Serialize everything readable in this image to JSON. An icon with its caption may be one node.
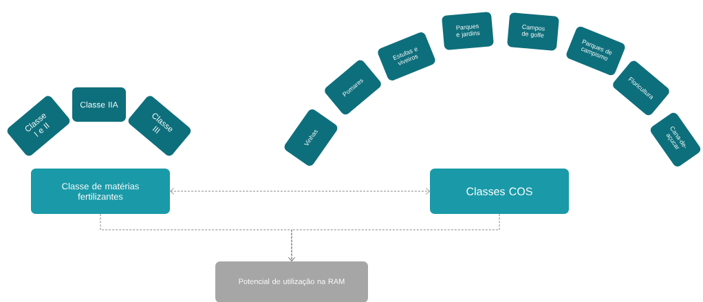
{
  "diagram": {
    "nodes": [
      {
        "text": [
          "Classe I e II"
        ]
      },
      {
        "text": [
          "Classe IIA"
        ]
      },
      {
        "text": [
          "Classe III"
        ]
      },
      {
        "text": [
          "Vinhas"
        ]
      },
      {
        "text": [
          "Pomares"
        ]
      },
      {
        "text": [
          "Estufas e viveiros"
        ]
      },
      {
        "text": [
          "Parques e jardins"
        ]
      },
      {
        "text": [
          "Campos de golfe"
        ]
      },
      {
        "text": [
          "Parques de campismo"
        ]
      },
      {
        "text": [
          "Floricultura"
        ]
      },
      {
        "text": [
          "Cana-de-açucar"
        ]
      },
      {
        "text": [
          "Classe de matérias fertilizantes"
        ]
      },
      {
        "text": [
          "Classes COS"
        ]
      },
      {
        "text": [
          "Potencial de utilização na RAM"
        ]
      }
    ],
    "edges": [
      {
        "from": 11,
        "to": 12,
        "arrow": "both",
        "style": "dashed"
      },
      {
        "from": 11,
        "to": 13,
        "arrow": "to",
        "style": "dashed"
      },
      {
        "from": 12,
        "to": 13,
        "arrow": "to",
        "style": "dashed"
      }
    ]
  }
}
